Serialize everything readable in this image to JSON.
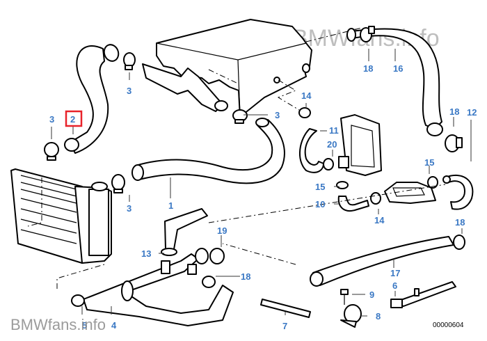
{
  "diagram": {
    "title": "Cooling system hoses",
    "drawing_number": "00000604",
    "watermark_top": "BMWfans.info",
    "watermark_bottom": "BMWfans.info",
    "highlighted_callout": "2",
    "highlight_color": "#e8222a",
    "callout_color": "#3a78c4",
    "callouts": [
      {
        "id": "c1",
        "label": "1",
        "part": "hose-lower-radiator"
      },
      {
        "id": "c2",
        "label": "2",
        "part": "hose-upper-radiator"
      },
      {
        "id": "c3a",
        "label": "3",
        "part": "hose-clamp"
      },
      {
        "id": "c3b",
        "label": "3",
        "part": "hose-clamp"
      },
      {
        "id": "c3c",
        "label": "3",
        "part": "hose-clamp"
      },
      {
        "id": "c3d",
        "label": "3",
        "part": "hose-clamp"
      },
      {
        "id": "c4",
        "label": "4",
        "part": "water-pipe"
      },
      {
        "id": "c5",
        "label": "5",
        "part": "hose-clamp-small"
      },
      {
        "id": "c6",
        "label": "6",
        "part": "pipe-holder"
      },
      {
        "id": "c7",
        "label": "7",
        "part": "hose-short"
      },
      {
        "id": "c8",
        "label": "8",
        "part": "clip"
      },
      {
        "id": "c9",
        "label": "9",
        "part": "bolt"
      },
      {
        "id": "c10",
        "label": "10",
        "part": "hose-elbow"
      },
      {
        "id": "c11",
        "label": "11",
        "part": "hose-heater"
      },
      {
        "id": "c12",
        "label": "12",
        "part": "hose-assembly"
      },
      {
        "id": "c13",
        "label": "13",
        "part": "hose-clamp"
      },
      {
        "id": "c14a",
        "label": "14",
        "part": "hose-clamp"
      },
      {
        "id": "c14b",
        "label": "14",
        "part": "hose-clamp"
      },
      {
        "id": "c15a",
        "label": "15",
        "part": "hose-clamp"
      },
      {
        "id": "c15b",
        "label": "15",
        "part": "hose-clamp"
      },
      {
        "id": "c16",
        "label": "16",
        "part": "hose-heater-return"
      },
      {
        "id": "c17",
        "label": "17",
        "part": "water-pipe-long"
      },
      {
        "id": "c18a",
        "label": "18",
        "part": "hose-clamp"
      },
      {
        "id": "c18b",
        "label": "18",
        "part": "hose-clamp"
      },
      {
        "id": "c18c",
        "label": "18",
        "part": "hose-clamp"
      },
      {
        "id": "c18d",
        "label": "18",
        "part": "hose-clamp"
      },
      {
        "id": "c19",
        "label": "19",
        "part": "hose-clamp"
      },
      {
        "id": "c20",
        "label": "20",
        "part": "hose-clamp"
      }
    ]
  }
}
